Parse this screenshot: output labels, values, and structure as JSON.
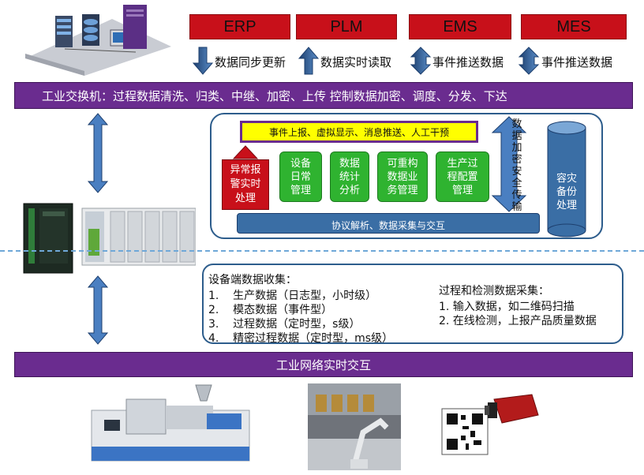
{
  "systems": [
    {
      "label": "ERP"
    },
    {
      "label": "PLM"
    },
    {
      "label": "EMS"
    },
    {
      "label": "MES"
    }
  ],
  "sync_labels": [
    "数据同步更新",
    "数据实时读取",
    "事件推送数据",
    "事件推送数据"
  ],
  "switch_bar": "工业交换机：过程数据清洗、归类、中继、加密、上传    控制数据加密、调度、分发、下达",
  "platform": {
    "top_banner": "事件上报、虚拟显示、消息推送、人工干预",
    "alarm": "异常报\n警实时\n处理",
    "modules": [
      "设备\n日常\n管理",
      "数据\n统计\n分析",
      "可重构\n数据业\n务管理",
      "生产过\n程配置\n管理"
    ],
    "secure_transfer": "数\n据\n加\n密\n安\n全\n传\n输",
    "backup": "容灾\n备份\n处理",
    "bottom_bar": "协议解析、数据采集与交互"
  },
  "device_collection": {
    "title": "设备端数据收集：",
    "items": [
      "1.    生产数据（日志型，小时级）",
      "2.    模态数据（事件型）",
      "3.    过程数据（定时型，s级）",
      "4.    精密过程数据（定时型，ms级）"
    ]
  },
  "process_collection": {
    "title": "过程和检测数据采集：",
    "items": [
      "1. 输入数据，如二维码扫描",
      "2. 在线检测，上报产品质量数据"
    ]
  },
  "network_bar": "工业网络实时交互",
  "colors": {
    "red": "#c8101a",
    "purple": "#6a2c8f",
    "green": "#2fb330",
    "steel": "#3a6ea5",
    "yellow": "#ffff00"
  }
}
